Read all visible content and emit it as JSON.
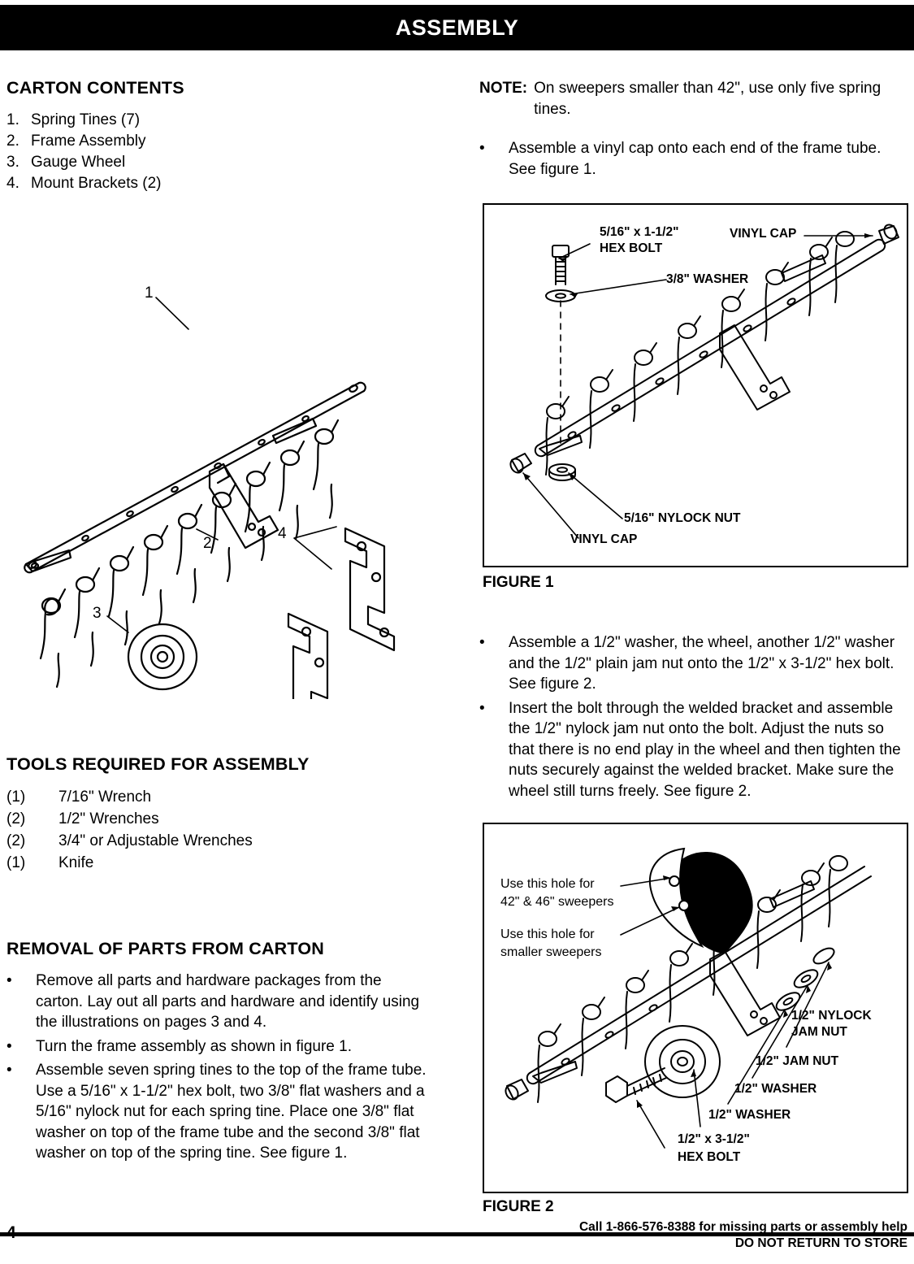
{
  "header": {
    "title": "ASSEMBLY"
  },
  "left": {
    "carton_heading": "CARTON CONTENTS",
    "carton_items": [
      {
        "n": "1.",
        "label": "Spring Tines (7)"
      },
      {
        "n": "2.",
        "label": "Frame Assembly"
      },
      {
        "n": "3.",
        "label": "Gauge Wheel"
      },
      {
        "n": "4.",
        "label": "Mount Brackets (2)"
      }
    ],
    "diagram_numbers": [
      "1",
      "2",
      "3",
      "4"
    ],
    "tools_heading": "TOOLS REQUIRED FOR ASSEMBLY",
    "tools": [
      {
        "qty": "(1)",
        "label": "7/16\" Wrench"
      },
      {
        "qty": "(2)",
        "label": "1/2\" Wrenches"
      },
      {
        "qty": "(2)",
        "label": "3/4\" or Adjustable Wrenches"
      },
      {
        "qty": "(1)",
        "label": "Knife"
      }
    ],
    "removal_heading": "REMOVAL OF PARTS FROM CARTON",
    "removal_bullets": [
      "Remove all parts and hardware packages from the carton. Lay out all parts and hardware and identify using the illustrations on pages 3 and 4.",
      "Turn the frame assembly as shown in figure 1.",
      "Assemble seven spring tines to the top of the frame tube. Use a 5/16\" x 1-1/2\" hex bolt, two 3/8\" flat washers and a 5/16\" nylock nut for each spring tine. Place one 3/8\" flat washer on top of the frame tube and the second 3/8\" flat washer on top of the spring tine. See figure 1."
    ]
  },
  "right": {
    "note_label": "NOTE:",
    "note_text": "On sweepers smaller than 42\", use only five spring tines.",
    "bullet_vinyl": "Assemble a vinyl cap onto each end of the frame tube. See figure 1.",
    "figure1": {
      "caption": "FIGURE 1",
      "callouts": {
        "hex_bolt_l1": "5/16\" x 1-1/2\"",
        "hex_bolt_l2": "HEX BOLT",
        "vinyl_cap_top": "VINYL CAP",
        "washer": "3/8\" WASHER",
        "nylock_nut": "5/16\" NYLOCK NUT",
        "vinyl_cap_bottom": "VINYL CAP"
      }
    },
    "bullets2": [
      "Assemble a 1/2\" washer, the wheel, another 1/2\" washer and the 1/2\" plain jam nut onto the 1/2\" x 3-1/2\" hex bolt. See figure 2.",
      "Insert the bolt through the welded bracket and assemble the 1/2\" nylock jam nut onto the bolt. Adjust the nuts so that there is no end play in the wheel and then tighten the nuts securely against the welded bracket. Make sure the wheel still turns freely. See figure 2."
    ],
    "figure2": {
      "caption": "FIGURE 2",
      "callouts": {
        "hole_42_l1": "Use this hole for",
        "hole_42_l2": "42\" & 46\" sweepers",
        "hole_small_l1": "Use this hole for",
        "hole_small_l2": "smaller sweepers",
        "nylock_jam_l1": "1/2\" NYLOCK",
        "nylock_jam_l2": "JAM NUT",
        "jam_nut": "1/2\" JAM NUT",
        "washer_a": "1/2\" WASHER",
        "washer_b": "1/2\" WASHER",
        "hex_bolt_l1": "1/2\" x 3-1/2\"",
        "hex_bolt_l2": "HEX BOLT"
      }
    }
  },
  "footer": {
    "page_number": "4",
    "help_line": "Call 1-866-576-8388 for missing parts or assembly help",
    "return_line": "DO NOT RETURN TO STORE"
  }
}
